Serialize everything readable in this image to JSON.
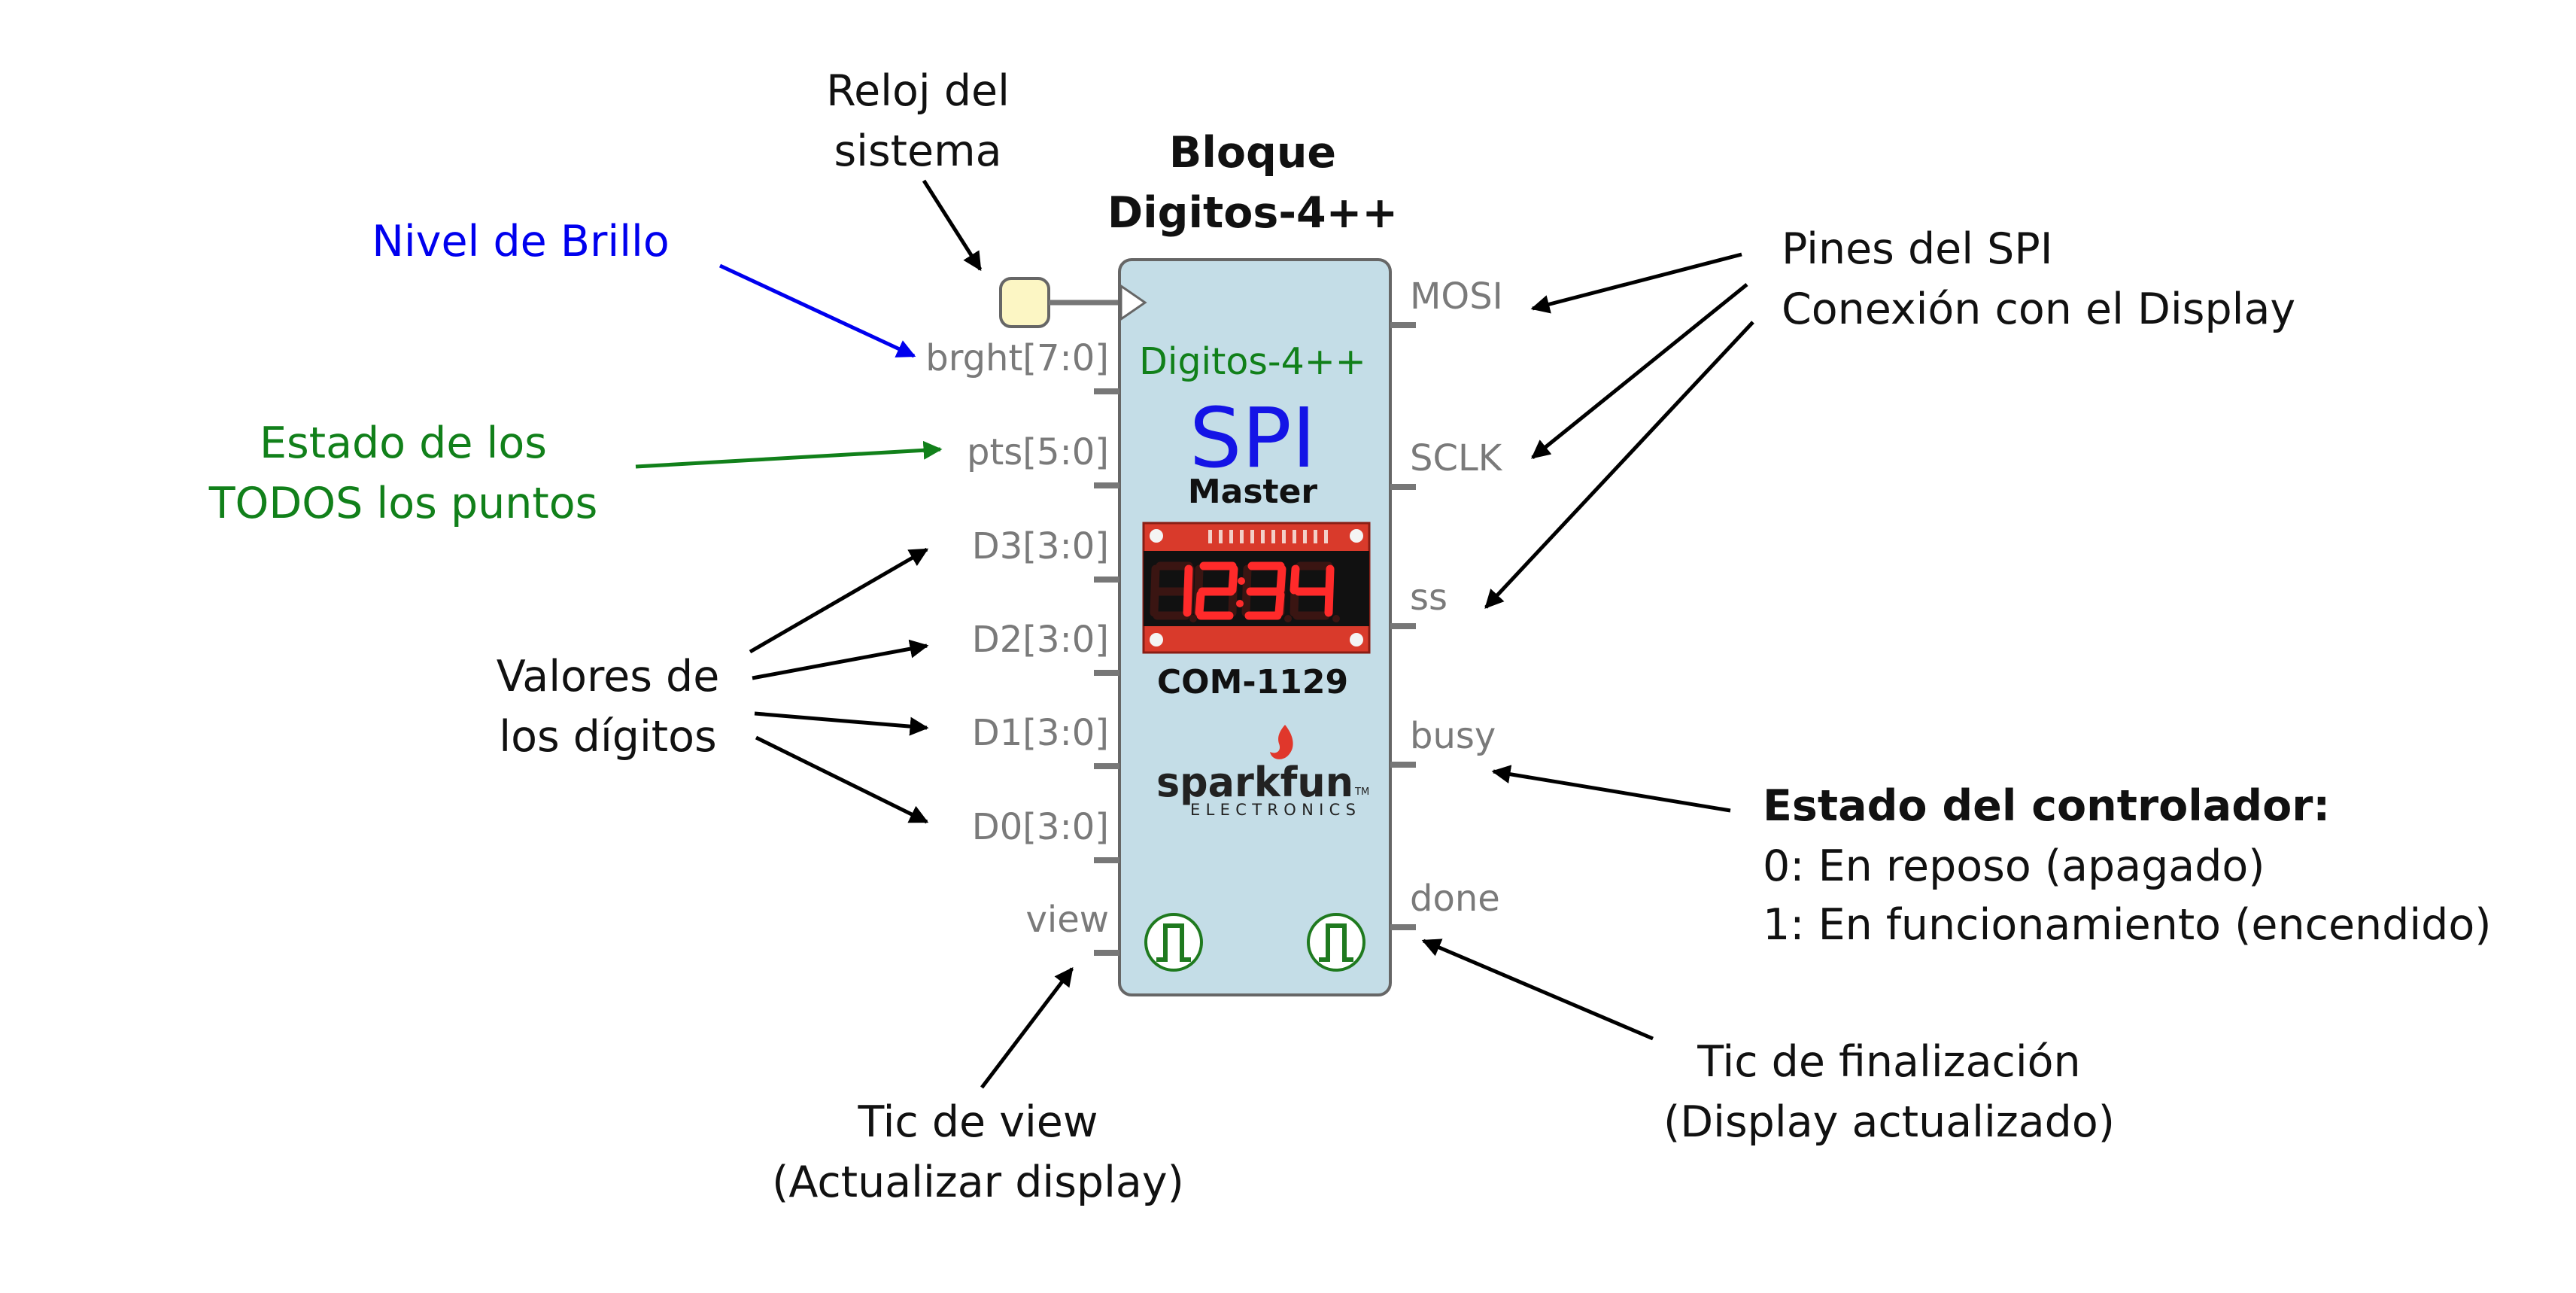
{
  "title": {
    "line1": "Bloque",
    "line2": "Digitos-4++"
  },
  "clock": {
    "label_line1": "Reloj del",
    "label_line2": "sistema"
  },
  "block": {
    "name": "Digitos-4++",
    "protocol": "SPI",
    "role": "Master",
    "part_number": "COM-1129",
    "display_text": "1234",
    "brand_name": "sparkfun",
    "brand_tm": "TM",
    "brand_sub": "ELECTRONICS"
  },
  "inputs": [
    "brght[7:0]",
    "pts[5:0]",
    "D3[3:0]",
    "D2[3:0]",
    "D1[3:0]",
    "D0[3:0]",
    "view"
  ],
  "outputs": [
    "MOSI",
    "SCLK",
    "ss",
    "busy",
    "done"
  ],
  "annotations": {
    "brightness": "Nivel de Brillo",
    "points_line1": "Estado de los",
    "points_line2": "TODOS los puntos",
    "digits_line1": "Valores  de",
    "digits_line2": "los dígitos",
    "view_line1": "Tic de view",
    "view_line2": "(Actualizar display)",
    "spi_line1": "Pines del SPI",
    "spi_line2": "Conexión con el Display",
    "status_title": "Estado del controlador:",
    "status_line1": "0: En reposo (apagado)",
    "status_line2": "1: En funcionamiento (encendido)",
    "done_line1": "Tic de finalización",
    "done_line2": "(Display actualizado)"
  },
  "colors": {
    "block_fill": "#c4dde7",
    "block_stroke": "#666666",
    "pin_label": "#7a7a7a",
    "brightness": "#0000ee",
    "points": "#11801a",
    "spi_blue": "#1414e6",
    "pcb_red": "#d93a2b",
    "segment_on": "#ff2a2a",
    "tic_green": "#1f7a1f",
    "clock_fill": "#fcf6c4"
  }
}
